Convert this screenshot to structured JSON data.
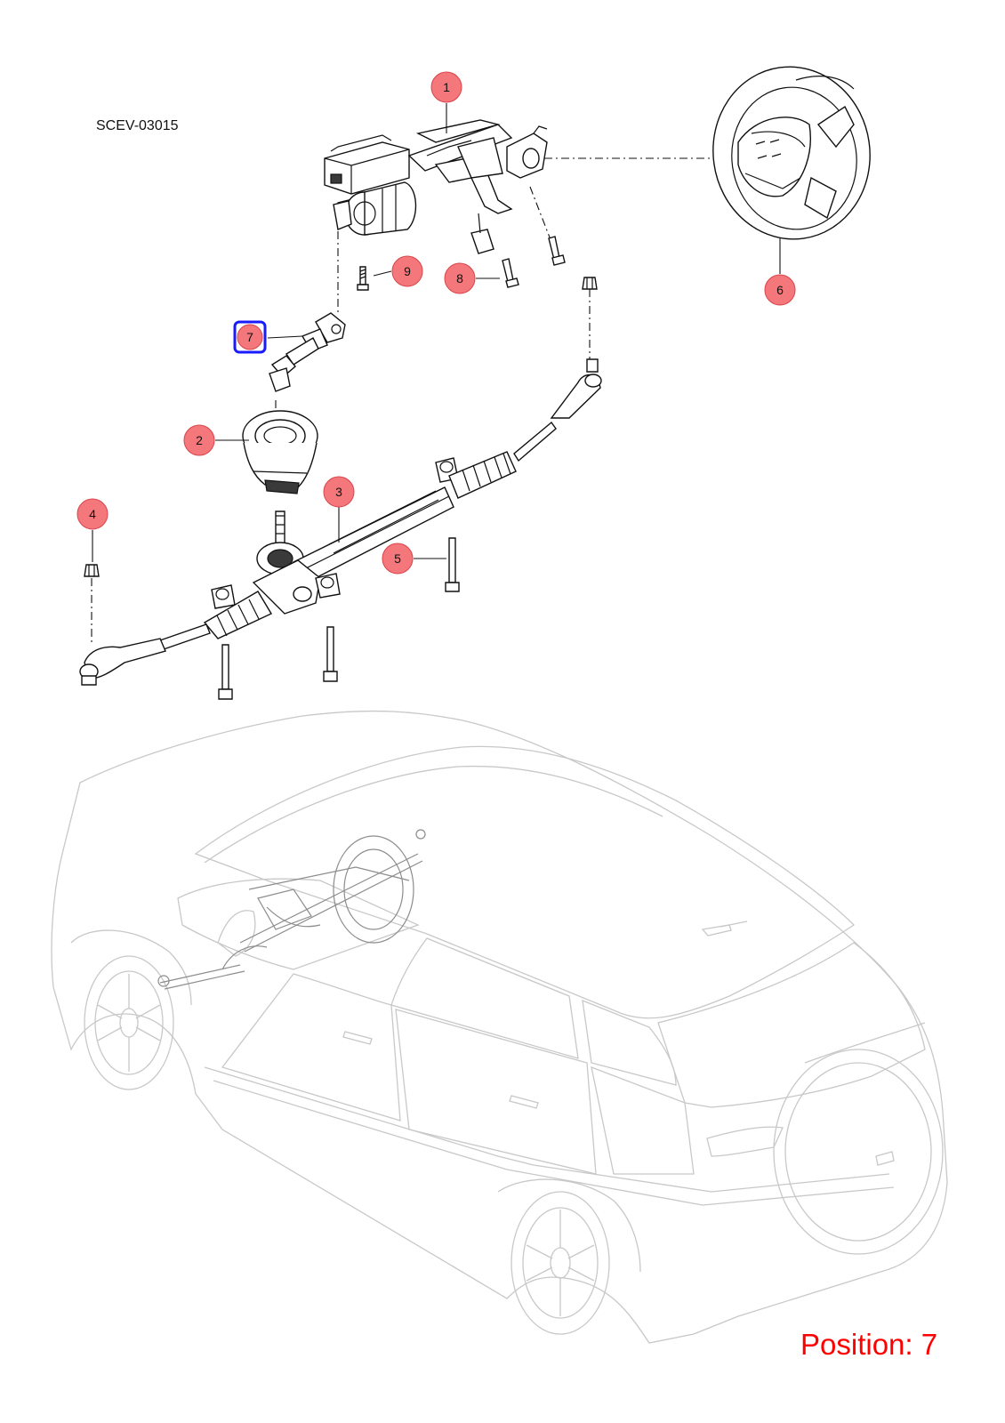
{
  "document_code": "SCEV-03015",
  "position_label": "Position: 7",
  "callouts": [
    "1",
    "2",
    "3",
    "4",
    "5",
    "6",
    "7",
    "8",
    "9"
  ],
  "colors": {
    "callout_fill": "#f4777b",
    "callout_stroke": "#d9444a",
    "selection_stroke": "#1a1aff",
    "position_text": "#ff0000",
    "car_outline": "#c8c8c8"
  }
}
